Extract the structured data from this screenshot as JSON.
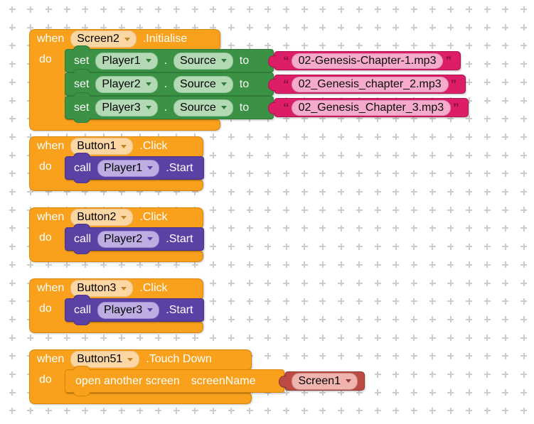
{
  "labels": {
    "when": "when",
    "do": "do",
    "set": "set",
    "dot": ".",
    "to": "to",
    "call": "call",
    "open": "open another screen",
    "screenName": "screenName",
    "quote_open": "“",
    "quote_close": "”"
  },
  "colors": {
    "event_block": "#F9A11C",
    "setter_block": "#3B9144",
    "text_block": "#DD1D68",
    "text_field": "#F7ABCC",
    "call_block": "#5C41A5",
    "screen_block": "#BC4B43",
    "dropdown_peach": "#FCD7A4",
    "dropdown_green": "#B3DAB5",
    "dropdown_purple": "#BDADE3",
    "dropdown_red": "#EFB4AD",
    "grid_cross": "#CCCCCC"
  },
  "blocks": {
    "screen_init": {
      "component": "Screen2",
      "event": ".Initialise",
      "sets": [
        {
          "component": "Player1",
          "property": "Source",
          "value": "02-Genesis-Chapter-1.mp3"
        },
        {
          "component": "Player2",
          "property": "Source",
          "value": "02_Genesis_chapter_2.mp3"
        },
        {
          "component": "Player3",
          "property": "Source",
          "value": "02_Genesis_Chapter_3.mp3"
        }
      ]
    },
    "button1": {
      "component": "Button1",
      "event": ".Click",
      "call_component": "Player1",
      "method": ".Start"
    },
    "button2": {
      "component": "Button2",
      "event": ".Click",
      "call_component": "Player2",
      "method": ".Start"
    },
    "button3": {
      "component": "Button3",
      "event": ".Click",
      "call_component": "Player3",
      "method": ".Start"
    },
    "button51": {
      "component": "Button51",
      "event": ".Touch Down",
      "screen": "Screen1"
    }
  }
}
